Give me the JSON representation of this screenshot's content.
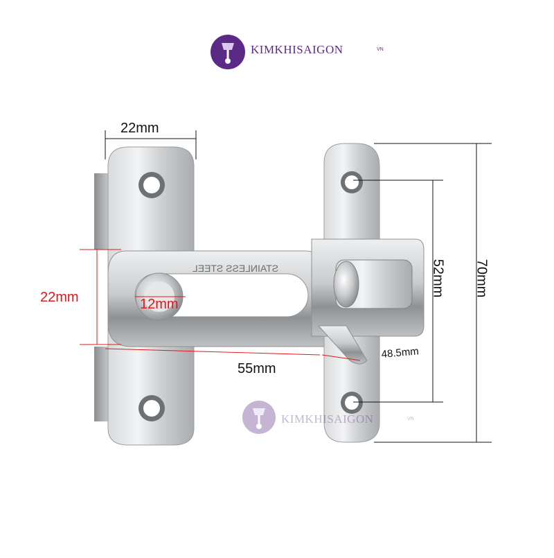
{
  "brand": {
    "name": "KIMKHISAIGON",
    "suffix": "VN"
  },
  "watermark": {
    "name": "KIMKHISAIGON",
    "suffix": "VN"
  },
  "stamp_text": "STAINLESS STEEL",
  "dimensions": {
    "top_width": "22mm",
    "latch_height": "22mm",
    "bolt_diameter": "12mm",
    "length": "55mm",
    "offset": "48.5mm",
    "hole_spacing": "52mm",
    "plate_height": "70mm"
  },
  "colors": {
    "brand": "#5b2a86",
    "dimension_red": "#e01818",
    "dimension_black": "#111111"
  }
}
